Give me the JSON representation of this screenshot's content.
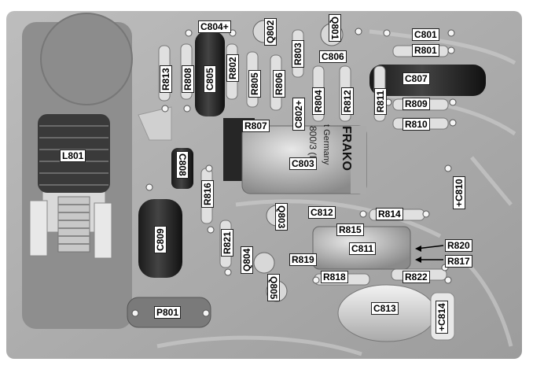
{
  "labels": {
    "C804p": "C804+",
    "Q802": "Q802",
    "Q801": "Q801",
    "C801": "C801",
    "R801": "R801",
    "R813": "R813",
    "R808": "R808",
    "C805": "C805",
    "R802": "R802",
    "R805": "R805",
    "R806": "R806",
    "R803": "R803",
    "C806": "C806",
    "C807": "C807",
    "R804": "R804",
    "R812": "R812",
    "R811": "R811",
    "R809": "R809",
    "C802p": "C802+",
    "R807": "R807",
    "R810": "R810",
    "L801": "L801",
    "C808": "C808",
    "C803": "C803",
    "C810p": "+C810",
    "R816": "R816",
    "Q803": "Q803",
    "C812": "C812",
    "R814": "R814",
    "R815": "R815",
    "C809": "C809",
    "R821": "R821",
    "Q804": "Q804",
    "C811": "C811",
    "R820": "R820",
    "R817": "R817",
    "R819": "R819",
    "R818": "R818",
    "R822": "R822",
    "Q805": "Q805",
    "C813": "C813",
    "C814p": "+C814",
    "P801": "P801"
  },
  "printed": {
    "frako": "FRAKO",
    "germany": "t Germany",
    "partno": "800/3 (I)"
  }
}
